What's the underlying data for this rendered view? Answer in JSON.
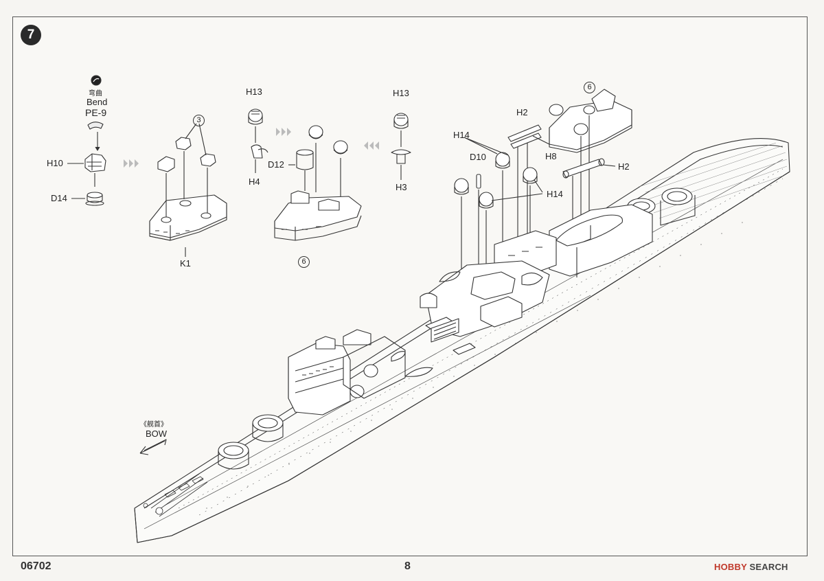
{
  "step": "7",
  "bend_symbol_text": "弯曲",
  "bend_text": "Bend",
  "parts": {
    "pe9": "PE-9",
    "h10": "H10",
    "d14": "D14",
    "k1": "K1",
    "h13a": "H13",
    "h4": "H4",
    "d12": "D12",
    "h13b": "H13",
    "h3": "H3",
    "h14": "H14",
    "d10": "D10",
    "h2a": "H2",
    "h8": "H8",
    "h2b": "H2",
    "h14b": "H14"
  },
  "subassemblies": {
    "three": "3",
    "six_a": "6",
    "six_b": "6"
  },
  "bow_cn": "《舰首》",
  "bow": "BOW",
  "code": "06702",
  "page": "8",
  "brand_hobby": "HOBBY",
  "brand_search": "SEARCH"
}
